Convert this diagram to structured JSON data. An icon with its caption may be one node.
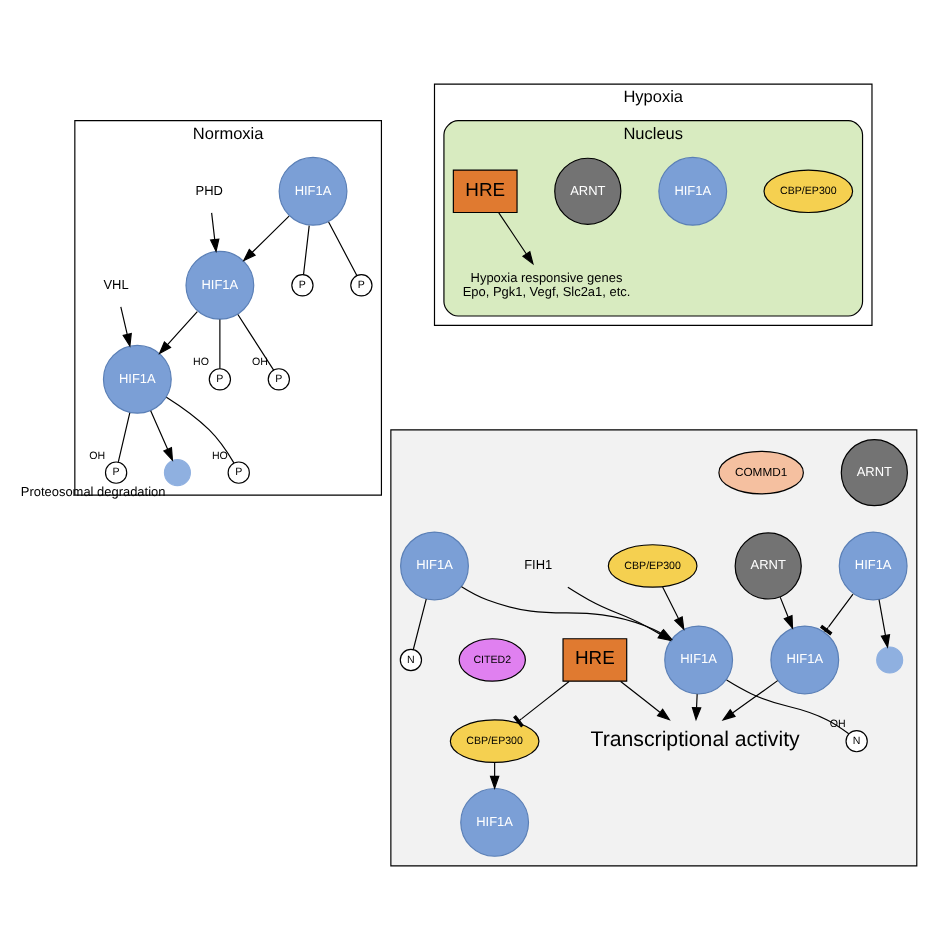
{
  "diagram": {
    "nodes": [
      {
        "text": [
          "Normoxia"
        ]
      },
      {
        "text": [
          "HIF1A"
        ],
        "in": 0
      },
      {
        "text": [
          "P"
        ],
        "in": 0
      },
      {
        "text": [
          "P"
        ],
        "in": 0
      },
      {
        "text": [
          "PHD"
        ],
        "in": 0
      },
      {
        "text": [
          "HIF1A"
        ],
        "in": 0
      },
      {
        "text": [
          "P"
        ],
        "in": 0,
        "beside": [
          "HO"
        ]
      },
      {
        "text": [
          "P"
        ],
        "in": 0,
        "beside": [
          "OH"
        ]
      },
      {
        "text": [
          "VHL"
        ],
        "in": 0
      },
      {
        "text": [
          "HIF1A"
        ],
        "in": 0
      },
      {
        "text": [
          "P"
        ],
        "in": 0,
        "beside": [
          "HO"
        ]
      },
      {
        "text": [
          "P"
        ],
        "in": 0,
        "beside": [
          "OH"
        ]
      },
      {
        "text": [],
        "shape": "circle",
        "in": 0,
        "beside": [
          "Proteosomal degradation"
        ]
      },
      {
        "text": [
          "Hypoxia"
        ]
      },
      {
        "text": [
          "Nucleus"
        ],
        "in": 13
      },
      {
        "text": [
          "CBP/EP300"
        ],
        "in": 14
      },
      {
        "text": [
          "HIF1A"
        ],
        "in": 14
      },
      {
        "text": [
          "ARNT"
        ],
        "in": 14
      },
      {
        "text": [
          "HRE"
        ],
        "in": 14
      },
      {
        "text": [
          "Hypoxia responsive genes",
          "Epo, Pgk1, Vegf, Slc2a1, etc."
        ],
        "in": 14
      },
      {
        "text": [],
        "shape": "box"
      },
      {
        "text": [
          "HIF1A"
        ],
        "in": 20
      },
      {
        "text": [
          "N"
        ],
        "in": 20
      },
      {
        "text": [
          "FIH1"
        ],
        "in": 20
      },
      {
        "text": [
          "HIF1A"
        ],
        "in": 20
      },
      {
        "text": [
          "N"
        ],
        "in": 20,
        "beside": [
          "OH"
        ]
      },
      {
        "text": [
          "CBP/EP300"
        ],
        "in": 20
      },
      {
        "text": [
          "HIF1A"
        ],
        "in": 20
      },
      {
        "text": [
          "ARNT"
        ],
        "in": 20
      },
      {
        "text": [
          "HRE"
        ],
        "in": 20
      },
      {
        "text": [
          "CBP/EP300"
        ],
        "in": 20
      },
      {
        "text": [
          "CITED2"
        ],
        "in": 20
      },
      {
        "text": [
          "COMMD1"
        ],
        "in": 20
      },
      {
        "text": [
          "HIF1A"
        ],
        "in": 20
      },
      {
        "text": [],
        "shape": "circle",
        "in": 20
      },
      {
        "text": [
          "HIF1A"
        ],
        "in": 20
      },
      {
        "text": [
          "ARNT"
        ],
        "in": 20
      },
      {
        "text": [
          "Transcriptional activity"
        ],
        "in": 20
      }
    ],
    "edges": [
      {
        "from": 1,
        "to": 2,
        "arrow": "none"
      },
      {
        "from": 1,
        "to": 3,
        "arrow": "none"
      },
      {
        "from": 1,
        "to": 5,
        "arrow": "to"
      },
      {
        "from": 4,
        "to": 5,
        "arrow": "to"
      },
      {
        "from": 5,
        "to": 6,
        "arrow": "none"
      },
      {
        "from": 5,
        "to": 7,
        "arrow": "none"
      },
      {
        "from": 5,
        "to": 9,
        "arrow": "to"
      },
      {
        "from": 8,
        "to": 9,
        "arrow": "to"
      },
      {
        "from": 9,
        "to": 10,
        "arrow": "none"
      },
      {
        "from": 9,
        "to": 11,
        "arrow": "none"
      },
      {
        "from": 9,
        "to": 12,
        "arrow": "to"
      },
      {
        "from": 18,
        "to": 19,
        "arrow": "to"
      },
      {
        "from": 21,
        "to": 22,
        "arrow": "none"
      },
      {
        "from": 21,
        "to": 24,
        "arrow": "to"
      },
      {
        "from": 23,
        "to": 24,
        "arrow": "to"
      },
      {
        "from": 24,
        "to": 25,
        "arrow": "none"
      },
      {
        "from": 26,
        "to": 24,
        "arrow": "to"
      },
      {
        "from": 30,
        "to": 27,
        "arrow": "to"
      },
      {
        "from": 29,
        "to": 30,
        "arrow": "other"
      },
      {
        "from": 33,
        "to": 34,
        "arrow": "to"
      },
      {
        "from": 33,
        "to": 35,
        "arrow": "other"
      },
      {
        "from": 36,
        "to": 35,
        "arrow": "to"
      },
      {
        "from": 24,
        "to": 37,
        "arrow": "to"
      },
      {
        "from": 29,
        "to": 37,
        "arrow": "to"
      },
      {
        "from": 35,
        "to": 37,
        "arrow": "to"
      }
    ]
  }
}
